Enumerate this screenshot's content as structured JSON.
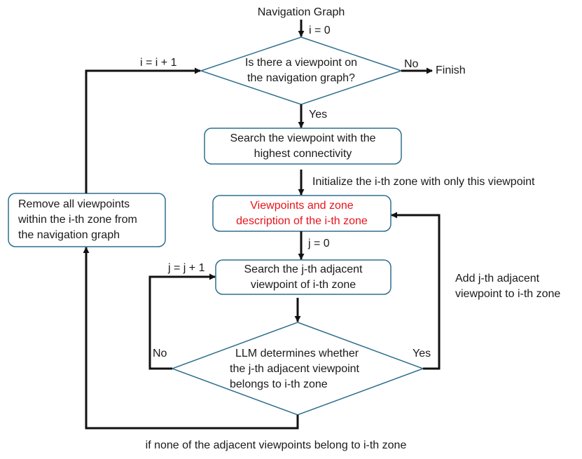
{
  "colors": {
    "box_border": "#2e6f8e",
    "line": "#111111",
    "highlight_text": "#e8141b"
  },
  "start": {
    "label": "Navigation Graph"
  },
  "counter_i_init": "i = 0",
  "counter_i_inc": "i = i + 1",
  "decision_outer": {
    "line1": "Is there a viewpoint on",
    "line2": "the navigation graph?",
    "no_label": "No",
    "yes_label": "Yes"
  },
  "finish": {
    "label": "Finish"
  },
  "search_box": {
    "line1": "Search the viewpoint with the",
    "line2": "highest connectivity"
  },
  "init_label": "Initialize the i-th zone with only this viewpoint",
  "zone_box": {
    "line1": "Viewpoints and zone",
    "line2": "description of the i-th zone"
  },
  "counter_j_init": "j = 0",
  "counter_j_inc": "j = j + 1",
  "adjacent_box": {
    "line1": "Search the j-th adjacent",
    "line2": "viewpoint of i-th zone"
  },
  "decision_inner": {
    "line1": "LLM determines whether",
    "line2": "the j-th adjacent viewpoint",
    "line3": "belongs to i-th zone",
    "no_label": "No",
    "yes_label": "Yes"
  },
  "add_label": {
    "line1": "Add j-th adjacent",
    "line2": "viewpoint to i-th zone"
  },
  "remove_box": {
    "line1": "Remove all viewpoints",
    "line2": "within the i-th zone from",
    "line3": "the navigation graph"
  },
  "bottom_label": "if none of the adjacent viewpoints belong to i-th zone"
}
